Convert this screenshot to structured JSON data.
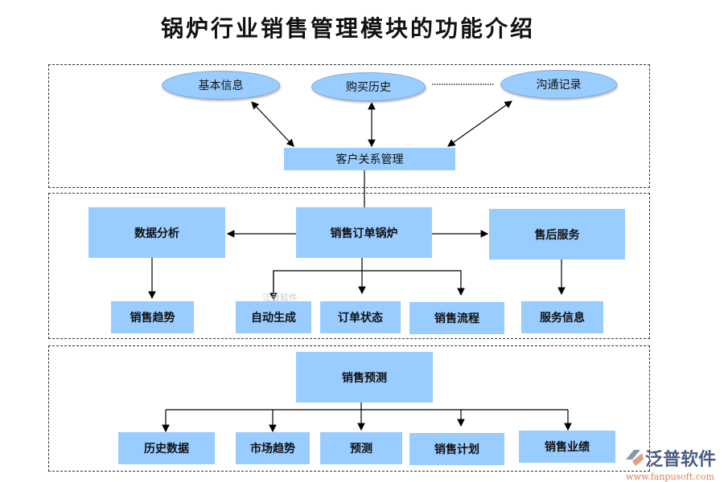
{
  "title": "锅炉行业销售管理模块的功能介绍",
  "crm": {
    "nodes": [
      "基本信息",
      "购买历史",
      "沟通记录"
    ],
    "center": "客户关系管理"
  },
  "sales": {
    "center": "销售订单锅炉",
    "left": "数据分析",
    "right": "售后服务",
    "left_child": "销售趋势",
    "right_child": "服务信息",
    "children": [
      "自动生成",
      "订单状态",
      "销售流程"
    ]
  },
  "forecast": {
    "center": "销售预测",
    "children": [
      "历史数据",
      "市场趋势",
      "预测",
      "销售计划",
      "销售业绩"
    ]
  },
  "watermark": "泛普软件",
  "logo": {
    "name": "泛普软件",
    "url": "www.fanpusoft.com"
  }
}
